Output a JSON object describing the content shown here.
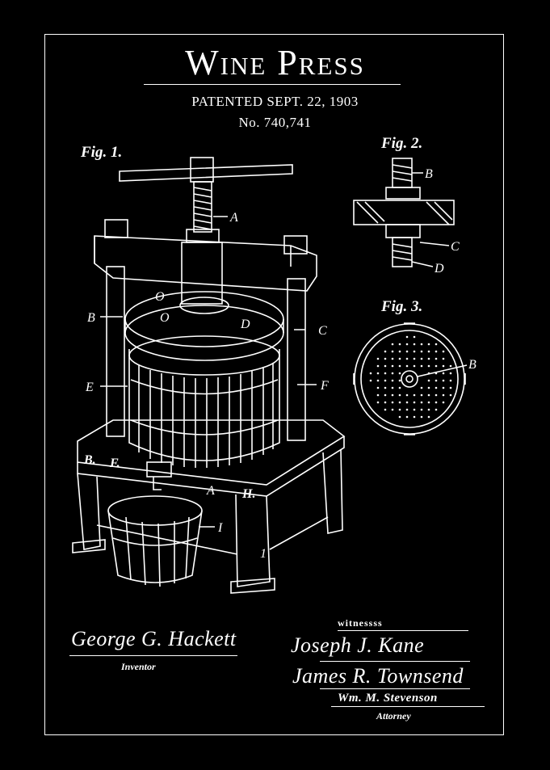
{
  "title": "Wine Press",
  "subtitle_date": "PATENTED SEPT. 22, 1903",
  "subtitle_number": "No. 740,741",
  "figures": {
    "fig1": "Fig. 1.",
    "fig2": "Fig. 2.",
    "fig3": "Fig. 3."
  },
  "part_letters": {
    "a_screw": "A",
    "b_frame": "B",
    "o1": "O",
    "o2": "O",
    "d_cover": "D",
    "c_post": "C",
    "e_barrel": "E",
    "f_post": "F",
    "b_base": "B.",
    "f_base": "F.",
    "a_base": "A",
    "h_base": "H.",
    "i_bucket": "I",
    "one_leg": "1",
    "fig2_b": "B",
    "fig2_c": "C",
    "fig2_d": "D",
    "fig3_b": "B"
  },
  "signatures": {
    "inventor_name": "George G. Hackett",
    "inventor_caption": "Inventor",
    "witnesses_caption": "witnessss",
    "witness1": "Joseph J. Kane",
    "witness2": "James R. Townsend",
    "attorney_name": "Wm. M. Stevenson",
    "attorney_caption": "Attorney"
  }
}
